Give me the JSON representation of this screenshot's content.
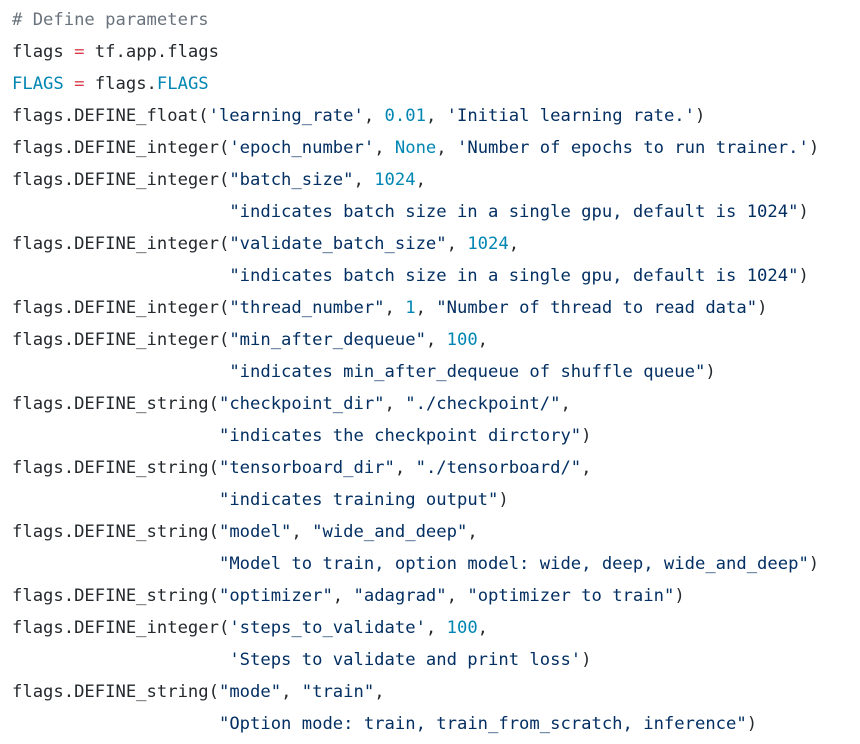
{
  "colors": {
    "background": "#ffffff",
    "plain": "#24292e",
    "comment": "#6a737d",
    "operator": "#d73a49",
    "name": "#0086b3",
    "number": "#0086b3",
    "constant": "#0086b3",
    "string": "#032f62"
  },
  "code": {
    "lines": [
      [
        {
          "t": "comment",
          "v": "# Define parameters"
        }
      ],
      [
        {
          "t": "plain",
          "v": "flags "
        },
        {
          "t": "operator",
          "v": "="
        },
        {
          "t": "plain",
          "v": " tf.app.flags"
        }
      ],
      [
        {
          "t": "name",
          "v": "FLAGS"
        },
        {
          "t": "plain",
          "v": " "
        },
        {
          "t": "operator",
          "v": "="
        },
        {
          "t": "plain",
          "v": " flags."
        },
        {
          "t": "name",
          "v": "FLAGS"
        }
      ],
      [
        {
          "t": "plain",
          "v": "flags.DEFINE_float("
        },
        {
          "t": "string",
          "v": "'learning_rate'"
        },
        {
          "t": "plain",
          "v": ", "
        },
        {
          "t": "number",
          "v": "0.01"
        },
        {
          "t": "plain",
          "v": ", "
        },
        {
          "t": "string",
          "v": "'Initial learning rate.'"
        },
        {
          "t": "plain",
          "v": ")"
        }
      ],
      [
        {
          "t": "plain",
          "v": "flags.DEFINE_integer("
        },
        {
          "t": "string",
          "v": "'epoch_number'"
        },
        {
          "t": "plain",
          "v": ", "
        },
        {
          "t": "constant",
          "v": "None"
        },
        {
          "t": "plain",
          "v": ", "
        },
        {
          "t": "string",
          "v": "'Number of epochs to run trainer.'"
        },
        {
          "t": "plain",
          "v": ")"
        }
      ],
      [
        {
          "t": "plain",
          "v": "flags.DEFINE_integer("
        },
        {
          "t": "string",
          "v": "\"batch_size\""
        },
        {
          "t": "plain",
          "v": ", "
        },
        {
          "t": "number",
          "v": "1024"
        },
        {
          "t": "plain",
          "v": ","
        }
      ],
      [
        {
          "t": "plain",
          "v": "                     "
        },
        {
          "t": "string",
          "v": "\"indicates batch size in a single gpu, default is 1024\""
        },
        {
          "t": "plain",
          "v": ")"
        }
      ],
      [
        {
          "t": "plain",
          "v": "flags.DEFINE_integer("
        },
        {
          "t": "string",
          "v": "\"validate_batch_size\""
        },
        {
          "t": "plain",
          "v": ", "
        },
        {
          "t": "number",
          "v": "1024"
        },
        {
          "t": "plain",
          "v": ","
        }
      ],
      [
        {
          "t": "plain",
          "v": "                     "
        },
        {
          "t": "string",
          "v": "\"indicates batch size in a single gpu, default is 1024\""
        },
        {
          "t": "plain",
          "v": ")"
        }
      ],
      [
        {
          "t": "plain",
          "v": "flags.DEFINE_integer("
        },
        {
          "t": "string",
          "v": "\"thread_number\""
        },
        {
          "t": "plain",
          "v": ", "
        },
        {
          "t": "number",
          "v": "1"
        },
        {
          "t": "plain",
          "v": ", "
        },
        {
          "t": "string",
          "v": "\"Number of thread to read data\""
        },
        {
          "t": "plain",
          "v": ")"
        }
      ],
      [
        {
          "t": "plain",
          "v": "flags.DEFINE_integer("
        },
        {
          "t": "string",
          "v": "\"min_after_dequeue\""
        },
        {
          "t": "plain",
          "v": ", "
        },
        {
          "t": "number",
          "v": "100"
        },
        {
          "t": "plain",
          "v": ","
        }
      ],
      [
        {
          "t": "plain",
          "v": "                     "
        },
        {
          "t": "string",
          "v": "\"indicates min_after_dequeue of shuffle queue\""
        },
        {
          "t": "plain",
          "v": ")"
        }
      ],
      [
        {
          "t": "plain",
          "v": "flags.DEFINE_string("
        },
        {
          "t": "string",
          "v": "\"checkpoint_dir\""
        },
        {
          "t": "plain",
          "v": ", "
        },
        {
          "t": "string",
          "v": "\"./checkpoint/\""
        },
        {
          "t": "plain",
          "v": ","
        }
      ],
      [
        {
          "t": "plain",
          "v": "                    "
        },
        {
          "t": "string",
          "v": "\"indicates the checkpoint dirctory\""
        },
        {
          "t": "plain",
          "v": ")"
        }
      ],
      [
        {
          "t": "plain",
          "v": "flags.DEFINE_string("
        },
        {
          "t": "string",
          "v": "\"tensorboard_dir\""
        },
        {
          "t": "plain",
          "v": ", "
        },
        {
          "t": "string",
          "v": "\"./tensorboard/\""
        },
        {
          "t": "plain",
          "v": ","
        }
      ],
      [
        {
          "t": "plain",
          "v": "                    "
        },
        {
          "t": "string",
          "v": "\"indicates training output\""
        },
        {
          "t": "plain",
          "v": ")"
        }
      ],
      [
        {
          "t": "plain",
          "v": "flags.DEFINE_string("
        },
        {
          "t": "string",
          "v": "\"model\""
        },
        {
          "t": "plain",
          "v": ", "
        },
        {
          "t": "string",
          "v": "\"wide_and_deep\""
        },
        {
          "t": "plain",
          "v": ","
        }
      ],
      [
        {
          "t": "plain",
          "v": "                    "
        },
        {
          "t": "string",
          "v": "\"Model to train, option model: wide, deep, wide_and_deep\""
        },
        {
          "t": "plain",
          "v": ")"
        }
      ],
      [
        {
          "t": "plain",
          "v": "flags.DEFINE_string("
        },
        {
          "t": "string",
          "v": "\"optimizer\""
        },
        {
          "t": "plain",
          "v": ", "
        },
        {
          "t": "string",
          "v": "\"adagrad\""
        },
        {
          "t": "plain",
          "v": ", "
        },
        {
          "t": "string",
          "v": "\"optimizer to train\""
        },
        {
          "t": "plain",
          "v": ")"
        }
      ],
      [
        {
          "t": "plain",
          "v": "flags.DEFINE_integer("
        },
        {
          "t": "string",
          "v": "'steps_to_validate'"
        },
        {
          "t": "plain",
          "v": ", "
        },
        {
          "t": "number",
          "v": "100"
        },
        {
          "t": "plain",
          "v": ","
        }
      ],
      [
        {
          "t": "plain",
          "v": "                     "
        },
        {
          "t": "string",
          "v": "'Steps to validate and print loss'"
        },
        {
          "t": "plain",
          "v": ")"
        }
      ],
      [
        {
          "t": "plain",
          "v": "flags.DEFINE_string("
        },
        {
          "t": "string",
          "v": "\"mode\""
        },
        {
          "t": "plain",
          "v": ", "
        },
        {
          "t": "string",
          "v": "\"train\""
        },
        {
          "t": "plain",
          "v": ","
        }
      ],
      [
        {
          "t": "plain",
          "v": "                    "
        },
        {
          "t": "string",
          "v": "\"Option mode: train, train_from_scratch, inference\""
        },
        {
          "t": "plain",
          "v": ")"
        }
      ]
    ]
  }
}
